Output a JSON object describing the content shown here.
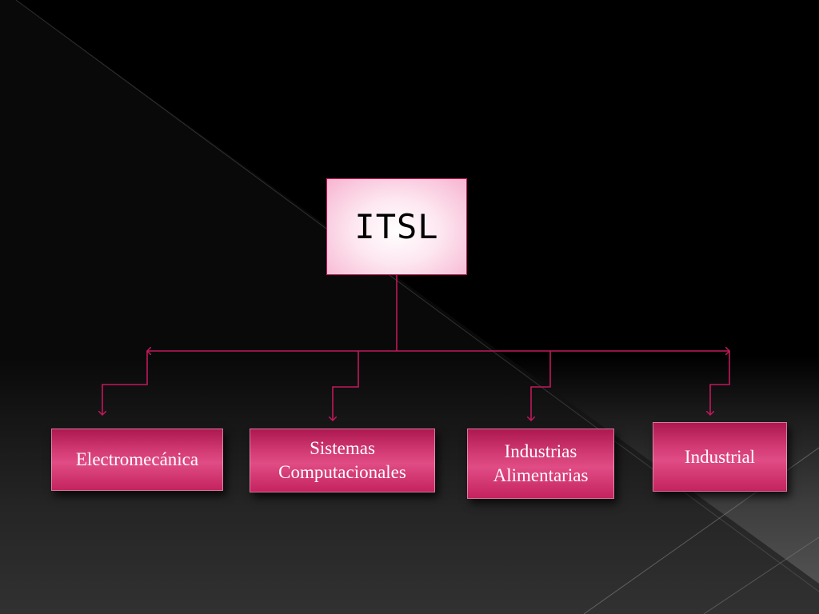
{
  "diagram": {
    "root": {
      "label": "ITSL"
    },
    "children": [
      {
        "label": "Electromecánica"
      },
      {
        "label": "Sistemas\nComputacionales"
      },
      {
        "label": "Industrias\nAlimentarias"
      },
      {
        "label": "Industrial"
      }
    ]
  },
  "colors": {
    "accent": "#c2185b",
    "box_fill": "#d23a74",
    "root_fill": "#fde6f0",
    "background": "#000000"
  }
}
